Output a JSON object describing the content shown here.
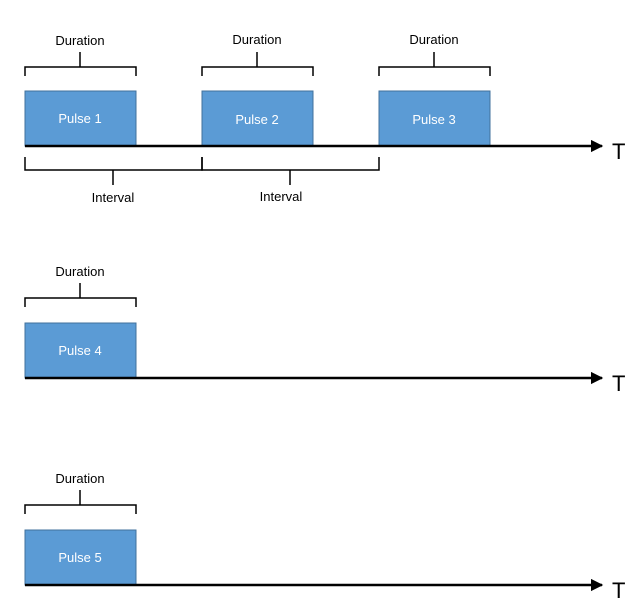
{
  "timelines": [
    {
      "axis_label": "T",
      "pulses": [
        {
          "label": "Pulse 1",
          "duration_label": "Duration"
        },
        {
          "label": "Pulse 2",
          "duration_label": "Duration"
        },
        {
          "label": "Pulse 3",
          "duration_label": "Duration"
        }
      ],
      "intervals": [
        {
          "label": "Interval"
        },
        {
          "label": "Interval"
        }
      ]
    },
    {
      "axis_label": "T",
      "pulses": [
        {
          "label": "Pulse 4",
          "duration_label": "Duration"
        }
      ],
      "intervals": []
    },
    {
      "axis_label": "T",
      "pulses": [
        {
          "label": "Pulse 5",
          "duration_label": "Duration"
        }
      ],
      "intervals": []
    }
  ]
}
